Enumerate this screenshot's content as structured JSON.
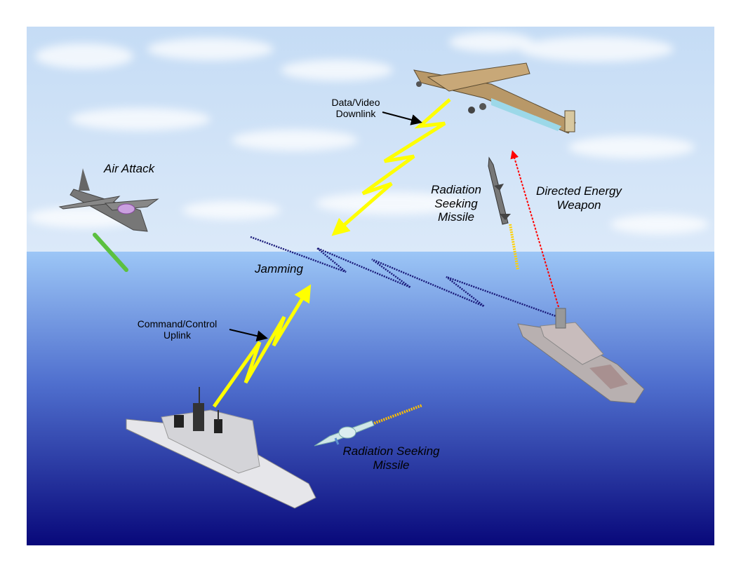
{
  "labels": {
    "data_video_downlink": [
      "Data/Video",
      "Downlink"
    ],
    "air_attack": "Air Attack",
    "radiation_missile_upper": [
      "Radiation",
      "Seeking",
      "Missile"
    ],
    "directed_energy_weapon": [
      "Directed Energy",
      "Weapon"
    ],
    "jamming": "Jamming",
    "command_control_uplink": [
      "Command/Control",
      "Uplink"
    ],
    "radiation_missile_lower": [
      "Radiation Seeking",
      "Missile"
    ]
  },
  "colors": {
    "sky": "#cfe3f7",
    "sea_top": "#8fb8f0",
    "sea_bottom": "#0a0a78",
    "link_bolt": "#ffff00",
    "jamming": "#1a1a7a",
    "directed_energy": "#ff0000"
  }
}
